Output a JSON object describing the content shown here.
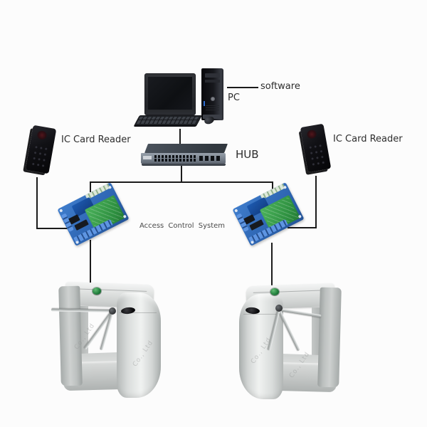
{
  "labels": {
    "software": "software",
    "pc": "PC",
    "hub": "HUB",
    "access": "Access Control System",
    "reader_left": "IC Card Reader",
    "reader_right": "IC Card Reader"
  },
  "watermark": {
    "text": "Co., Ltd"
  },
  "colors": {
    "connector": "#1b1b1b",
    "text": "#2d2d2d",
    "pcb_blue": "#2f67b4",
    "pcb_green": "#2e9040",
    "button_green": "#1f7c3a",
    "reader_black": "#101014",
    "steel": "#d6d8d7",
    "bg": "#fcfcfc"
  },
  "nodes": [
    {
      "id": "pc",
      "label": "PC",
      "annotation": "software"
    },
    {
      "id": "hub",
      "label": "HUB"
    },
    {
      "id": "ic-card-reader-left",
      "label": "IC Card Reader"
    },
    {
      "id": "ic-card-reader-right",
      "label": "IC Card Reader"
    },
    {
      "id": "control-board-left",
      "label": ""
    },
    {
      "id": "control-board-right",
      "label": ""
    },
    {
      "id": "access-control-system",
      "label": "Access Control System"
    },
    {
      "id": "turnstile-left",
      "label": ""
    },
    {
      "id": "turnstile-right",
      "label": ""
    }
  ],
  "connections": [
    [
      "pc",
      "hub"
    ],
    [
      "hub",
      "control-board-left"
    ],
    [
      "hub",
      "control-board-right"
    ],
    [
      "ic-card-reader-left",
      "control-board-left"
    ],
    [
      "ic-card-reader-right",
      "control-board-right"
    ],
    [
      "control-board-left",
      "turnstile-left"
    ],
    [
      "control-board-right",
      "turnstile-right"
    ]
  ]
}
